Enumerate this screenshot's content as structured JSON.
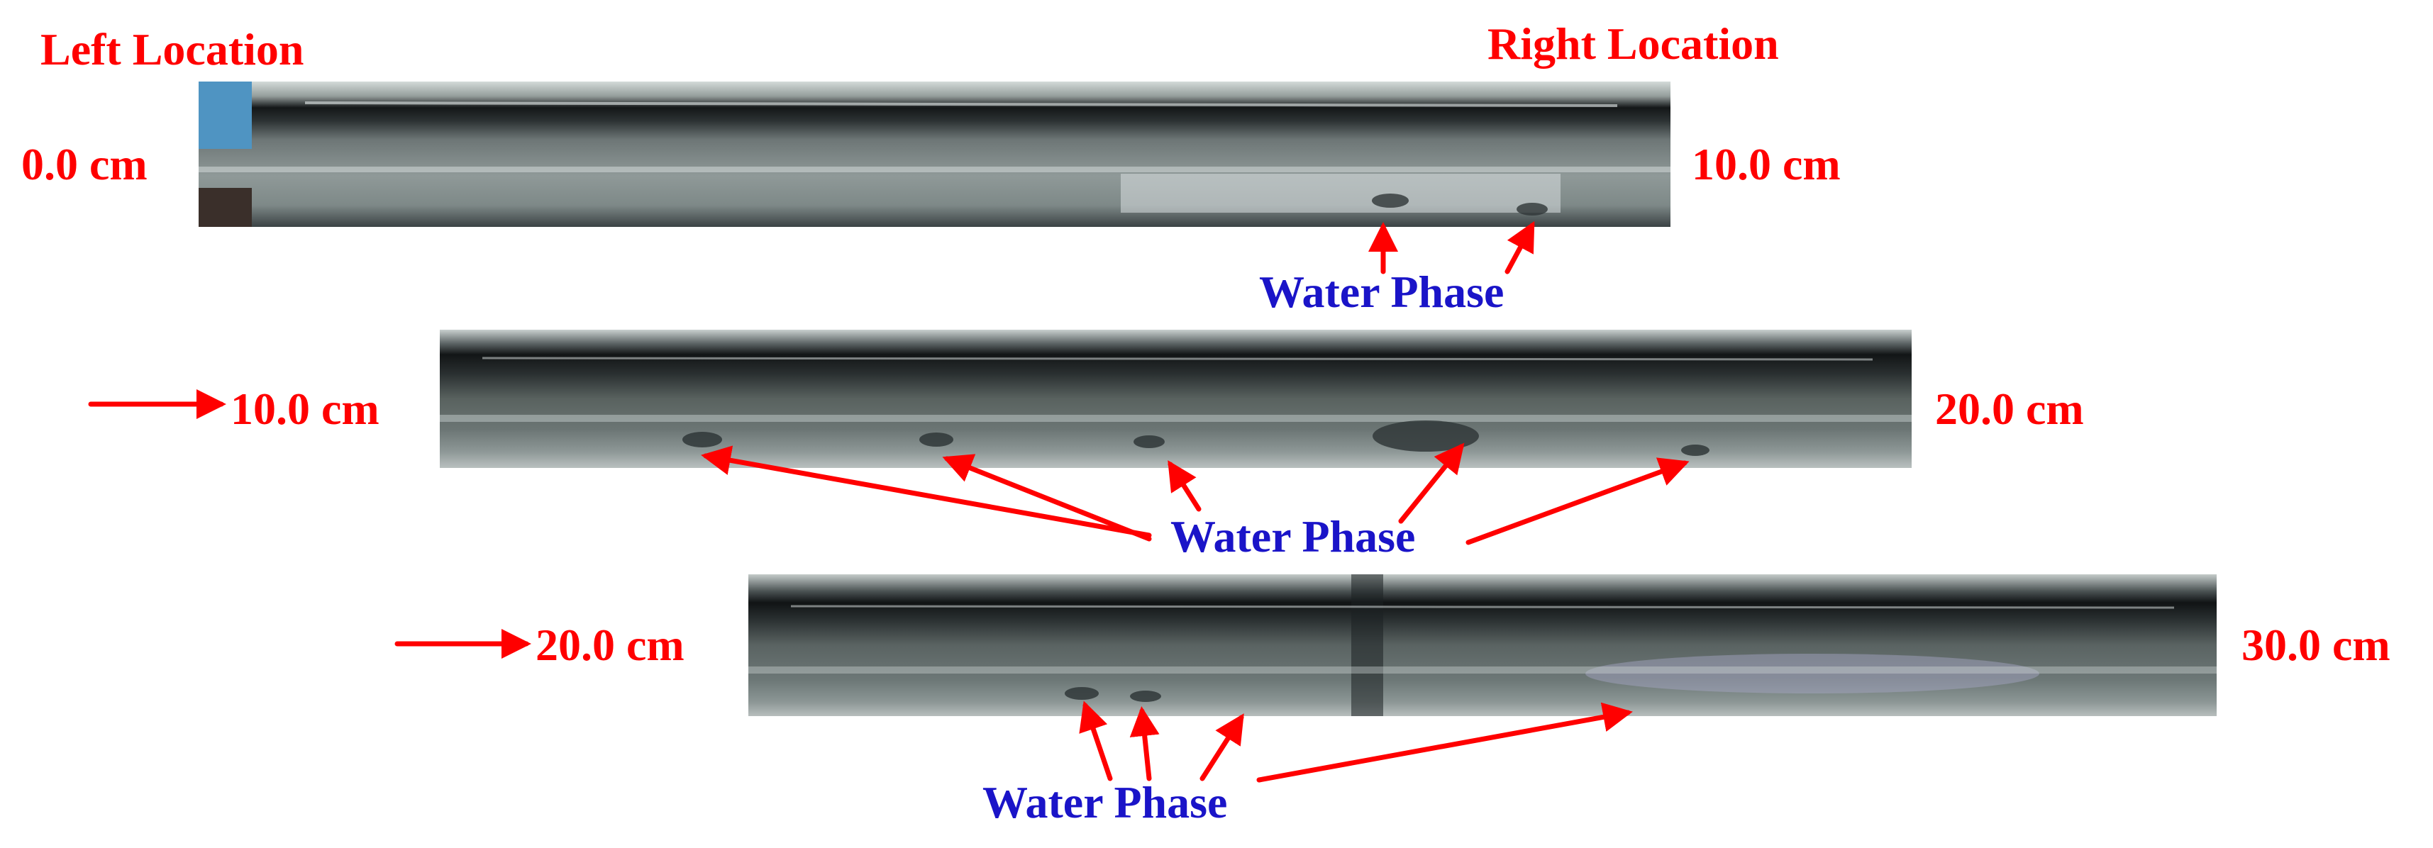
{
  "colors": {
    "label_red": "#ff0000",
    "water_blue": "#1a14c8",
    "arrow_red": "#ff0000"
  },
  "header": {
    "left_location": "Left Location",
    "right_location": "Right Location"
  },
  "segments": [
    {
      "start_label": "0.0 cm",
      "end_label": "10.0 cm"
    },
    {
      "start_label": "10.0 cm",
      "end_label": "20.0 cm"
    },
    {
      "start_label": "20.0 cm",
      "end_label": "30.0 cm"
    }
  ],
  "water_phase_label": "Water Phase"
}
